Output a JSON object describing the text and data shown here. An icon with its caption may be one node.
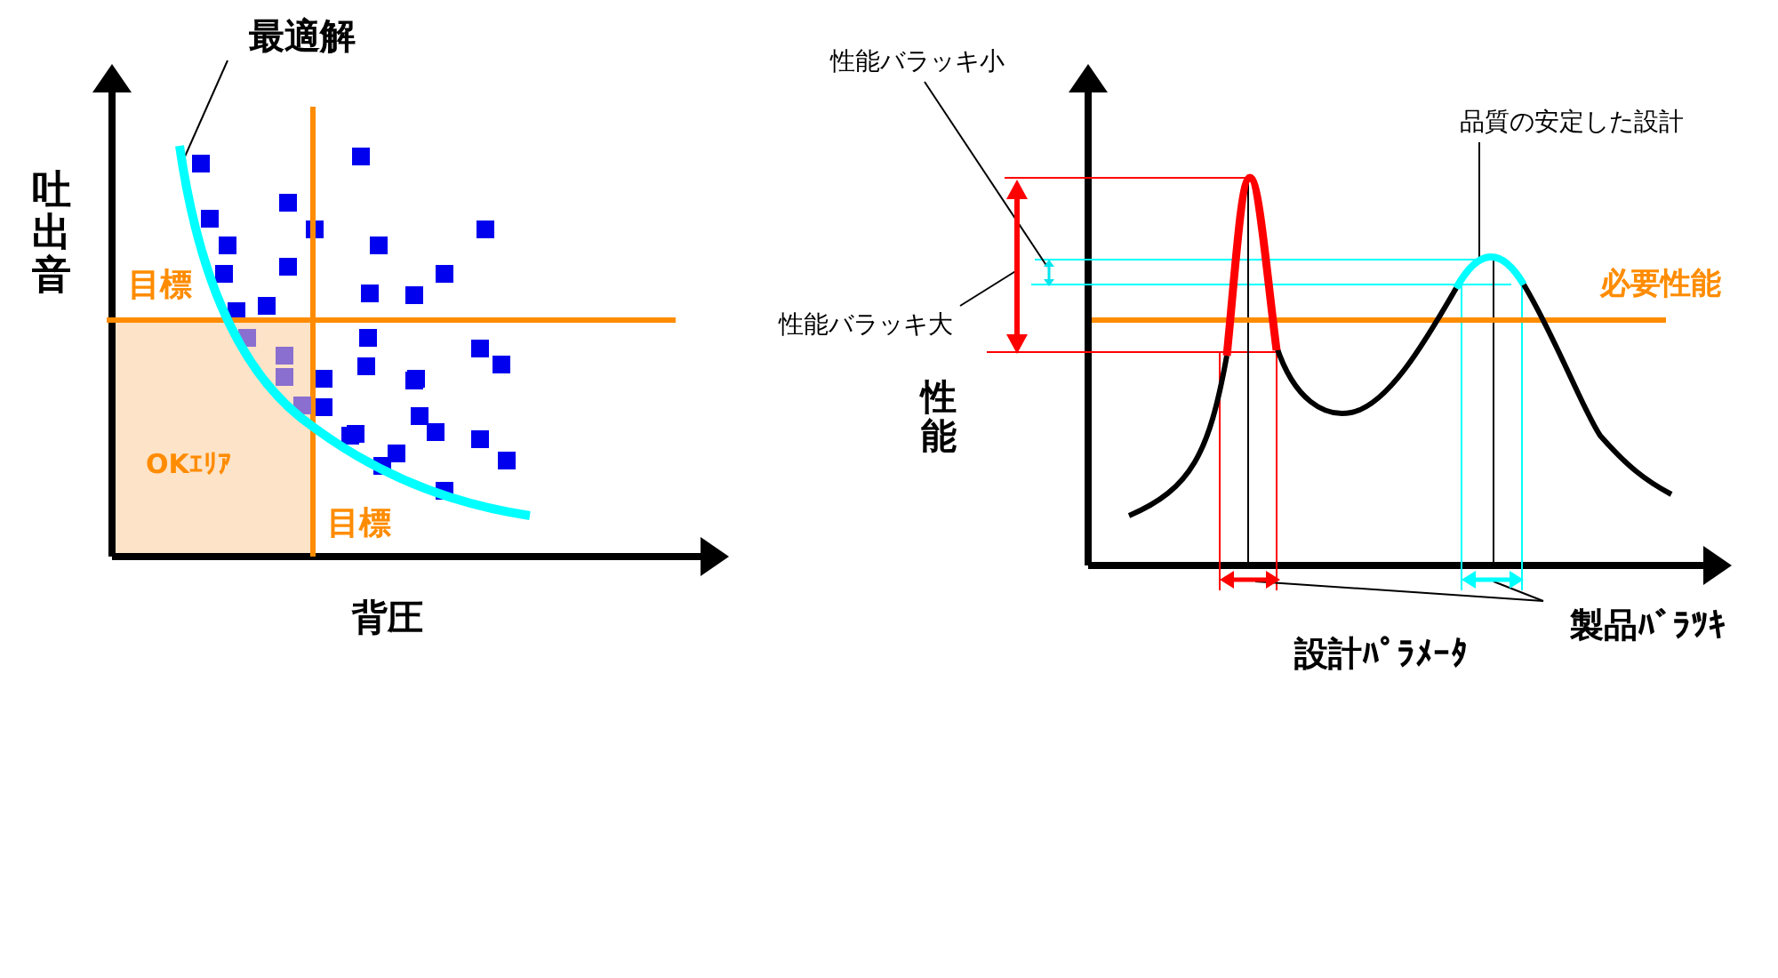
{
  "diagram": {
    "nodes": [
      {
        "text": [
          "最適解"
        ]
      },
      {
        "text": [],
        "shape": "curve"
      },
      {
        "text": [
          "性能バラッキ小"
        ]
      },
      {
        "text": [],
        "shape": "arrow"
      },
      {
        "text": [
          "性能バラッキ大"
        ]
      },
      {
        "text": [],
        "shape": "arrow"
      },
      {
        "text": [
          "品質の安定した設計"
        ]
      },
      {
        "text": [],
        "shape": "curve"
      },
      {
        "text": [
          "製品ﾊﾞﾗﾂｷ"
        ]
      },
      {
        "text": [],
        "shape": "arrow"
      },
      {
        "text": [],
        "shape": "arrow"
      }
    ],
    "edges": [
      {
        "from": 0,
        "to": 1,
        "arrow": "none"
      },
      {
        "from": 2,
        "to": 3,
        "arrow": "none"
      },
      {
        "from": 4,
        "to": 5,
        "arrow": "none"
      },
      {
        "from": 6,
        "to": 7,
        "arrow": "none"
      },
      {
        "from": 8,
        "to": 9,
        "arrow": "none"
      },
      {
        "from": 8,
        "to": 10,
        "arrow": "none"
      }
    ],
    "labels": [
      "吐出音",
      "目標",
      "目標",
      "OKｴﾘｱ",
      "背圧",
      "必要性能",
      "性能",
      "設計ﾊﾟﾗﾒｰﾀ"
    ]
  }
}
